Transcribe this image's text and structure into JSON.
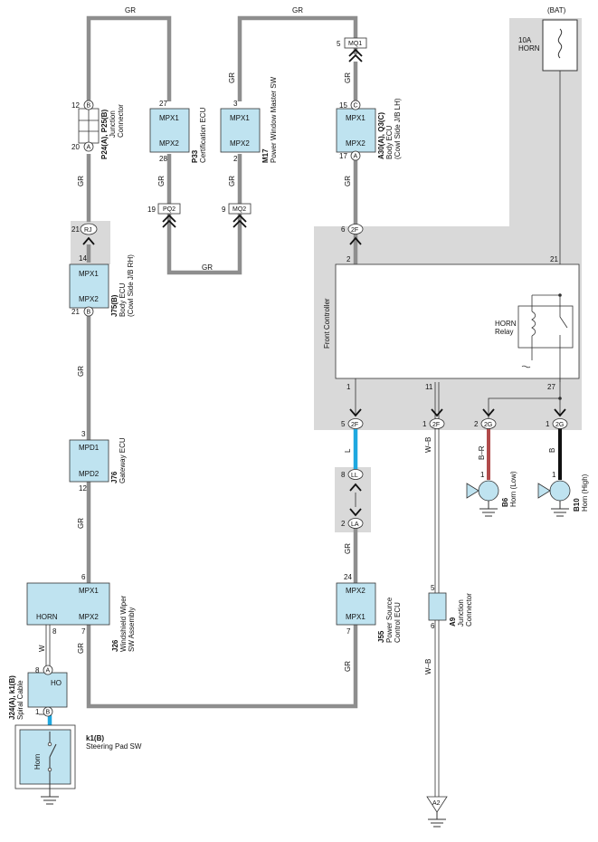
{
  "wire_colors": {
    "GR": "GR",
    "L": "L",
    "W": "W",
    "W_B": "W–B",
    "B_R": "B–R",
    "B": "B"
  },
  "colors": {
    "gr_wire": "#8e8e8e",
    "l_wire": "#1ea8e0",
    "br_wire": "#b14b4b",
    "b_wire": "#111111",
    "box_fill": "#bfe3f0",
    "shade": "#d9d9d9"
  },
  "top_labels": {
    "bat": "(BAT)",
    "fuse_amp": "10A",
    "fuse_name": "HORN"
  },
  "components": {
    "p24": {
      "code": "P24(A), P25(B)",
      "name1": "Junction",
      "name2": "Connector",
      "pin_top": "12",
      "pin_top_letter": "B",
      "pin_bot": "20",
      "pin_bot_letter": "A"
    },
    "p33": {
      "code": "P33",
      "name1": "Certification ECU",
      "port1": "MPX1",
      "port2": "MPX2",
      "pin1": "27",
      "pin2": "28"
    },
    "m17": {
      "code": "M17",
      "name1": "Power Window Master SW",
      "port1": "MPX1",
      "port2": "MPX2",
      "pin1": "3",
      "pin2": "2"
    },
    "a30": {
      "code": "A30(A), Q3(C)",
      "name1": "Body ECU",
      "name2": "(Cowl Side J/B LH)",
      "port1": "MPX1",
      "port2": "MPX2",
      "pin1": "15",
      "pin1_letter": "C",
      "pin2": "17",
      "pin2_letter": "A"
    },
    "j75": {
      "code": "J75(B)",
      "name1": "Body ECU",
      "name2": "(Cowl Side J/B RH)",
      "port1": "MPX1",
      "port2": "MPX2",
      "pin1": "14",
      "pin2": "21",
      "pin2_letter": "B"
    },
    "j76": {
      "code": "J76",
      "name1": "Gateway ECU",
      "port1": "MPD1",
      "port2": "MPD2",
      "pin1": "3",
      "pin2": "12"
    },
    "j26": {
      "code": "J26",
      "name1": "Windshield Wiper",
      "name2": "SW Assembly",
      "port1": "MPX1",
      "port2": "MPX2",
      "port3": "HORN",
      "pin1": "6",
      "pin2": "7",
      "pin3": "8"
    },
    "j24": {
      "code": "J24(A), k1(B)",
      "name1": "Spiral Cable",
      "port1": "HO",
      "pin1": "8",
      "pin1_letter": "A",
      "pin2": "1",
      "pin2_letter": "B"
    },
    "k1": {
      "code": "k1(B)",
      "name1": "Steering Pad SW",
      "inner": "Horn"
    },
    "j55": {
      "code": "J55",
      "name1": "Power Source",
      "name2": "Control ECU",
      "port1": "MPX2",
      "port2": "MPX1",
      "pin1": "24",
      "pin2": "7"
    },
    "a9": {
      "code": "A9",
      "name1": "Junction",
      "name2": "Connector",
      "pin1": "5",
      "pin2": "6"
    },
    "b6": {
      "code": "B6",
      "name1": "Horn (Low)",
      "pin": "1"
    },
    "b10": {
      "code": "B10",
      "name1": "Horn (High)",
      "pin": "1"
    },
    "front": {
      "name": "Front Controller",
      "relay1": "HORN",
      "relay2": "Relay",
      "pin_top_left": "2",
      "pin_top_right": "21",
      "pin_b1": "1",
      "pin_b2": "11",
      "pin_b3": "27"
    }
  },
  "connectors": {
    "mq1": {
      "id": "MQ1",
      "pin": "5"
    },
    "pq2": {
      "id": "PQ2",
      "pin": "19"
    },
    "mq2": {
      "id": "MQ2",
      "pin": "9"
    },
    "rj": {
      "id": "RJ",
      "pin": "21"
    },
    "c2f_top": {
      "id": "2F",
      "pin": "6"
    },
    "c2f_l": {
      "id": "2F",
      "pin": "5"
    },
    "c2f_wb": {
      "id": "2F",
      "pin": "1"
    },
    "c2g_low": {
      "id": "2G",
      "pin": "2"
    },
    "c2g_high": {
      "id": "2G",
      "pin": "1"
    },
    "ll": {
      "id": "LL",
      "pin": "8"
    },
    "la": {
      "id": "LA",
      "pin": "2"
    },
    "a2": {
      "id": "A2"
    }
  }
}
